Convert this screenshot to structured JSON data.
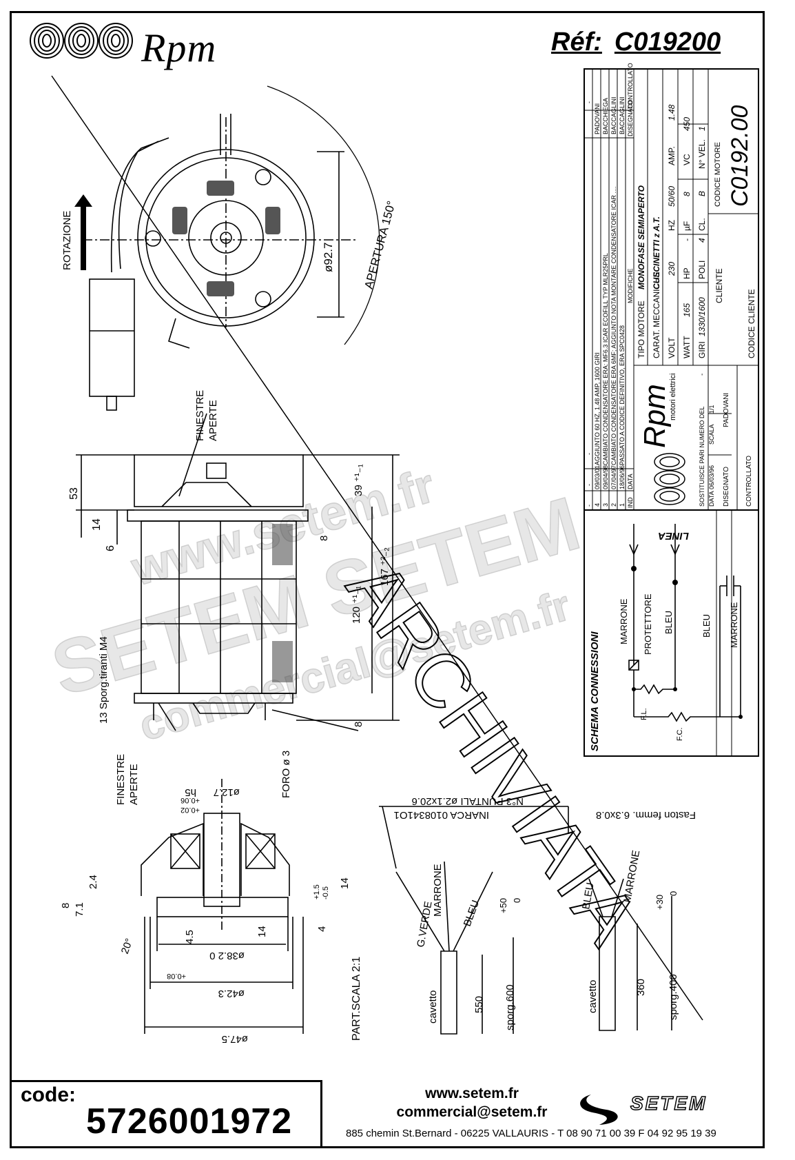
{
  "header": {
    "brand": "Rpm",
    "ref_label": "Réf:",
    "ref_value": "C019200"
  },
  "drawing": {
    "rotation_label": "ROTAZIONE",
    "aperture_label": "APERTURA 150°",
    "diameter_label": "ø92.7",
    "finestre_aperte": [
      "FINESTRE",
      "APERTE"
    ],
    "foro": "FORO ø 3",
    "sporg_tiranti": "13 Sporg.tiranti M4",
    "dims_side": [
      "53",
      "14",
      "6",
      "8",
      "39 ⁺¹₋₁",
      "120 ⁺¹₋₁",
      "167 ⁺²₋₂",
      "8"
    ],
    "detail_dims": [
      "ø12.7",
      "h5",
      "+0.02",
      "+0.06",
      "2.4",
      "8",
      "7.1",
      "20°",
      "4.5",
      "14",
      "14",
      "4",
      "+1.5",
      "-0.5",
      "ø38.2 0",
      "ø42.3",
      "+0.08",
      "ø47.5"
    ],
    "part_scale": "PART.SCALA 2:1",
    "nr_puntali": "N°3 PUNTALI ø2.1x20.6",
    "inarca": "INARCA 0108341O1",
    "faston": "Faston femm. 6.3x0.8",
    "wire_labels_left": [
      "G.VERDE",
      "MARRONE",
      "BLEU"
    ],
    "wire_labels_right": [
      "BLEU",
      "MARRONE"
    ],
    "cable_left": [
      "cavetto",
      "550",
      "sporg.600",
      "+50",
      "0"
    ],
    "cable_right": [
      "cavetto",
      "360",
      "sporg.400",
      "+30",
      "0"
    ],
    "archiviato": "ARCHIVIATA"
  },
  "title_block": {
    "revisions": [
      [
        "-",
        "-",
        "-"
      ],
      [
        "4",
        "09/03/01",
        "AGGIUNTO 60 HZ, 1.48 AMP, 1600 GIRI"
      ],
      [
        "3",
        "09/04/98",
        "CAMBIATO CONDENSATORE ERA: MF6.3 ICAR ECOFILL TYP MLR25PRL"
      ],
      [
        "2",
        "07/04/97",
        "CAMBIATO CONDENSATORE ERA 6MF; AGGIUNTO NOTA MONTARE CONDENSATORE ICAR ...."
      ],
      [
        "1",
        "18/06/96",
        "PASSATO A CODICE DEFINITIVO, ERA SPC0428"
      ],
      [
        "IND",
        "DATA",
        "MODIFICHE"
      ]
    ],
    "signers": [
      "-",
      "PADOVANI",
      "BACCHIEGA",
      "BACCAGLINI",
      "BACCAGLINI"
    ],
    "signer_header": [
      "DISEGNATO",
      "CONTROLLATO"
    ],
    "tipo_motore_label": "TIPO MOTORE",
    "tipo_motore": "MONOFASE SEMIAPERTO",
    "carat_label": "CARAT. MECCANICHE",
    "carat": "CUSCINETTI z A.T.",
    "specs": [
      [
        "VOLT",
        "230",
        "HZ",
        "50/60",
        "AMP.",
        "1.48"
      ],
      [
        "WATT",
        "165",
        "HP",
        "-",
        "µF",
        "8",
        "VC",
        "450"
      ],
      [
        "GIRI",
        "1330/1600",
        "POLI",
        "4",
        "CL.",
        "B",
        "N° VEL.",
        "1"
      ]
    ],
    "cliente_label": "CLIENTE",
    "codice_cliente_label": "CODICE CLIENTE",
    "codice_motore_label": "CODICE MOTORE",
    "codice_motore": "C0192.00",
    "rpm_logo": "Rpm",
    "motori_elettrici": "motori elettrici",
    "sostituisce": "SOSTITUISCE PARI NUMERO DEL",
    "sostituisce_val": "-",
    "data_label": "DATA",
    "data_val": "06/03/96",
    "scala_label": "SCALA",
    "scala_val": "1/1",
    "disegnato_label": "DISEGNATO",
    "disegnato_val": "PADOVANI",
    "controllato_label": "CONTROLLATO"
  },
  "schema": {
    "title": "SCHEMA CONNESSIONI",
    "linea": "LINEA",
    "labels": [
      "MARRONE",
      "PROTETTORE",
      "BLEU",
      "BLEU",
      "MARRONE",
      "F.L.",
      "F.C."
    ]
  },
  "watermark": {
    "line1": "www.setem.fr",
    "line2": "SETEM SETEM",
    "line3": "commercial@setem.fr"
  },
  "footer": {
    "code_label": "code:",
    "code_value": "5726001972",
    "website": "www.setem.fr",
    "email": "commercial@setem.fr",
    "address": "885 chemin St.Bernard  -  06225 VALLAURIS  -  T 08 90 71 00 39   F 04 92 95 19 39",
    "setem_logo": "SETEM"
  }
}
